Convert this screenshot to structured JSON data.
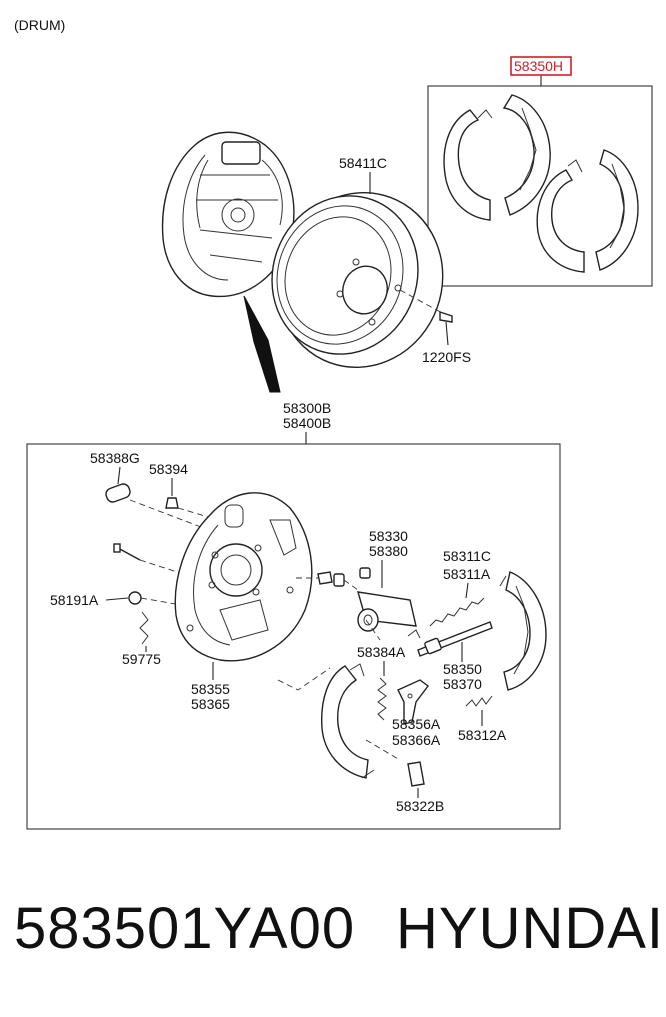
{
  "header": {
    "section_label": "(DRUM)"
  },
  "callouts": {
    "shoe_kit": "58350H",
    "drum": "58411C",
    "screw": "1220FS",
    "assembly_1": "58300B",
    "assembly_2": "58400B",
    "plug": "58388G",
    "bleeder": "58394",
    "cylinder_1": "58330",
    "cylinder_2": "58380",
    "spring_upper_1": "58311C",
    "spring_upper_2": "58311A",
    "pin": "58191A",
    "hold_spring": "59775",
    "adjuster_spring": "58384A",
    "plate_1": "58355",
    "plate_2": "58365",
    "adjuster_1": "58350",
    "adjuster_2": "58370",
    "lever_1": "58356A",
    "lever_2": "58366A",
    "spring_lower": "58312A",
    "clip": "58322B"
  },
  "highlight_color": "#d0202a",
  "footer": {
    "part_number": "583501YA00",
    "brand": "HYUNDAI"
  }
}
